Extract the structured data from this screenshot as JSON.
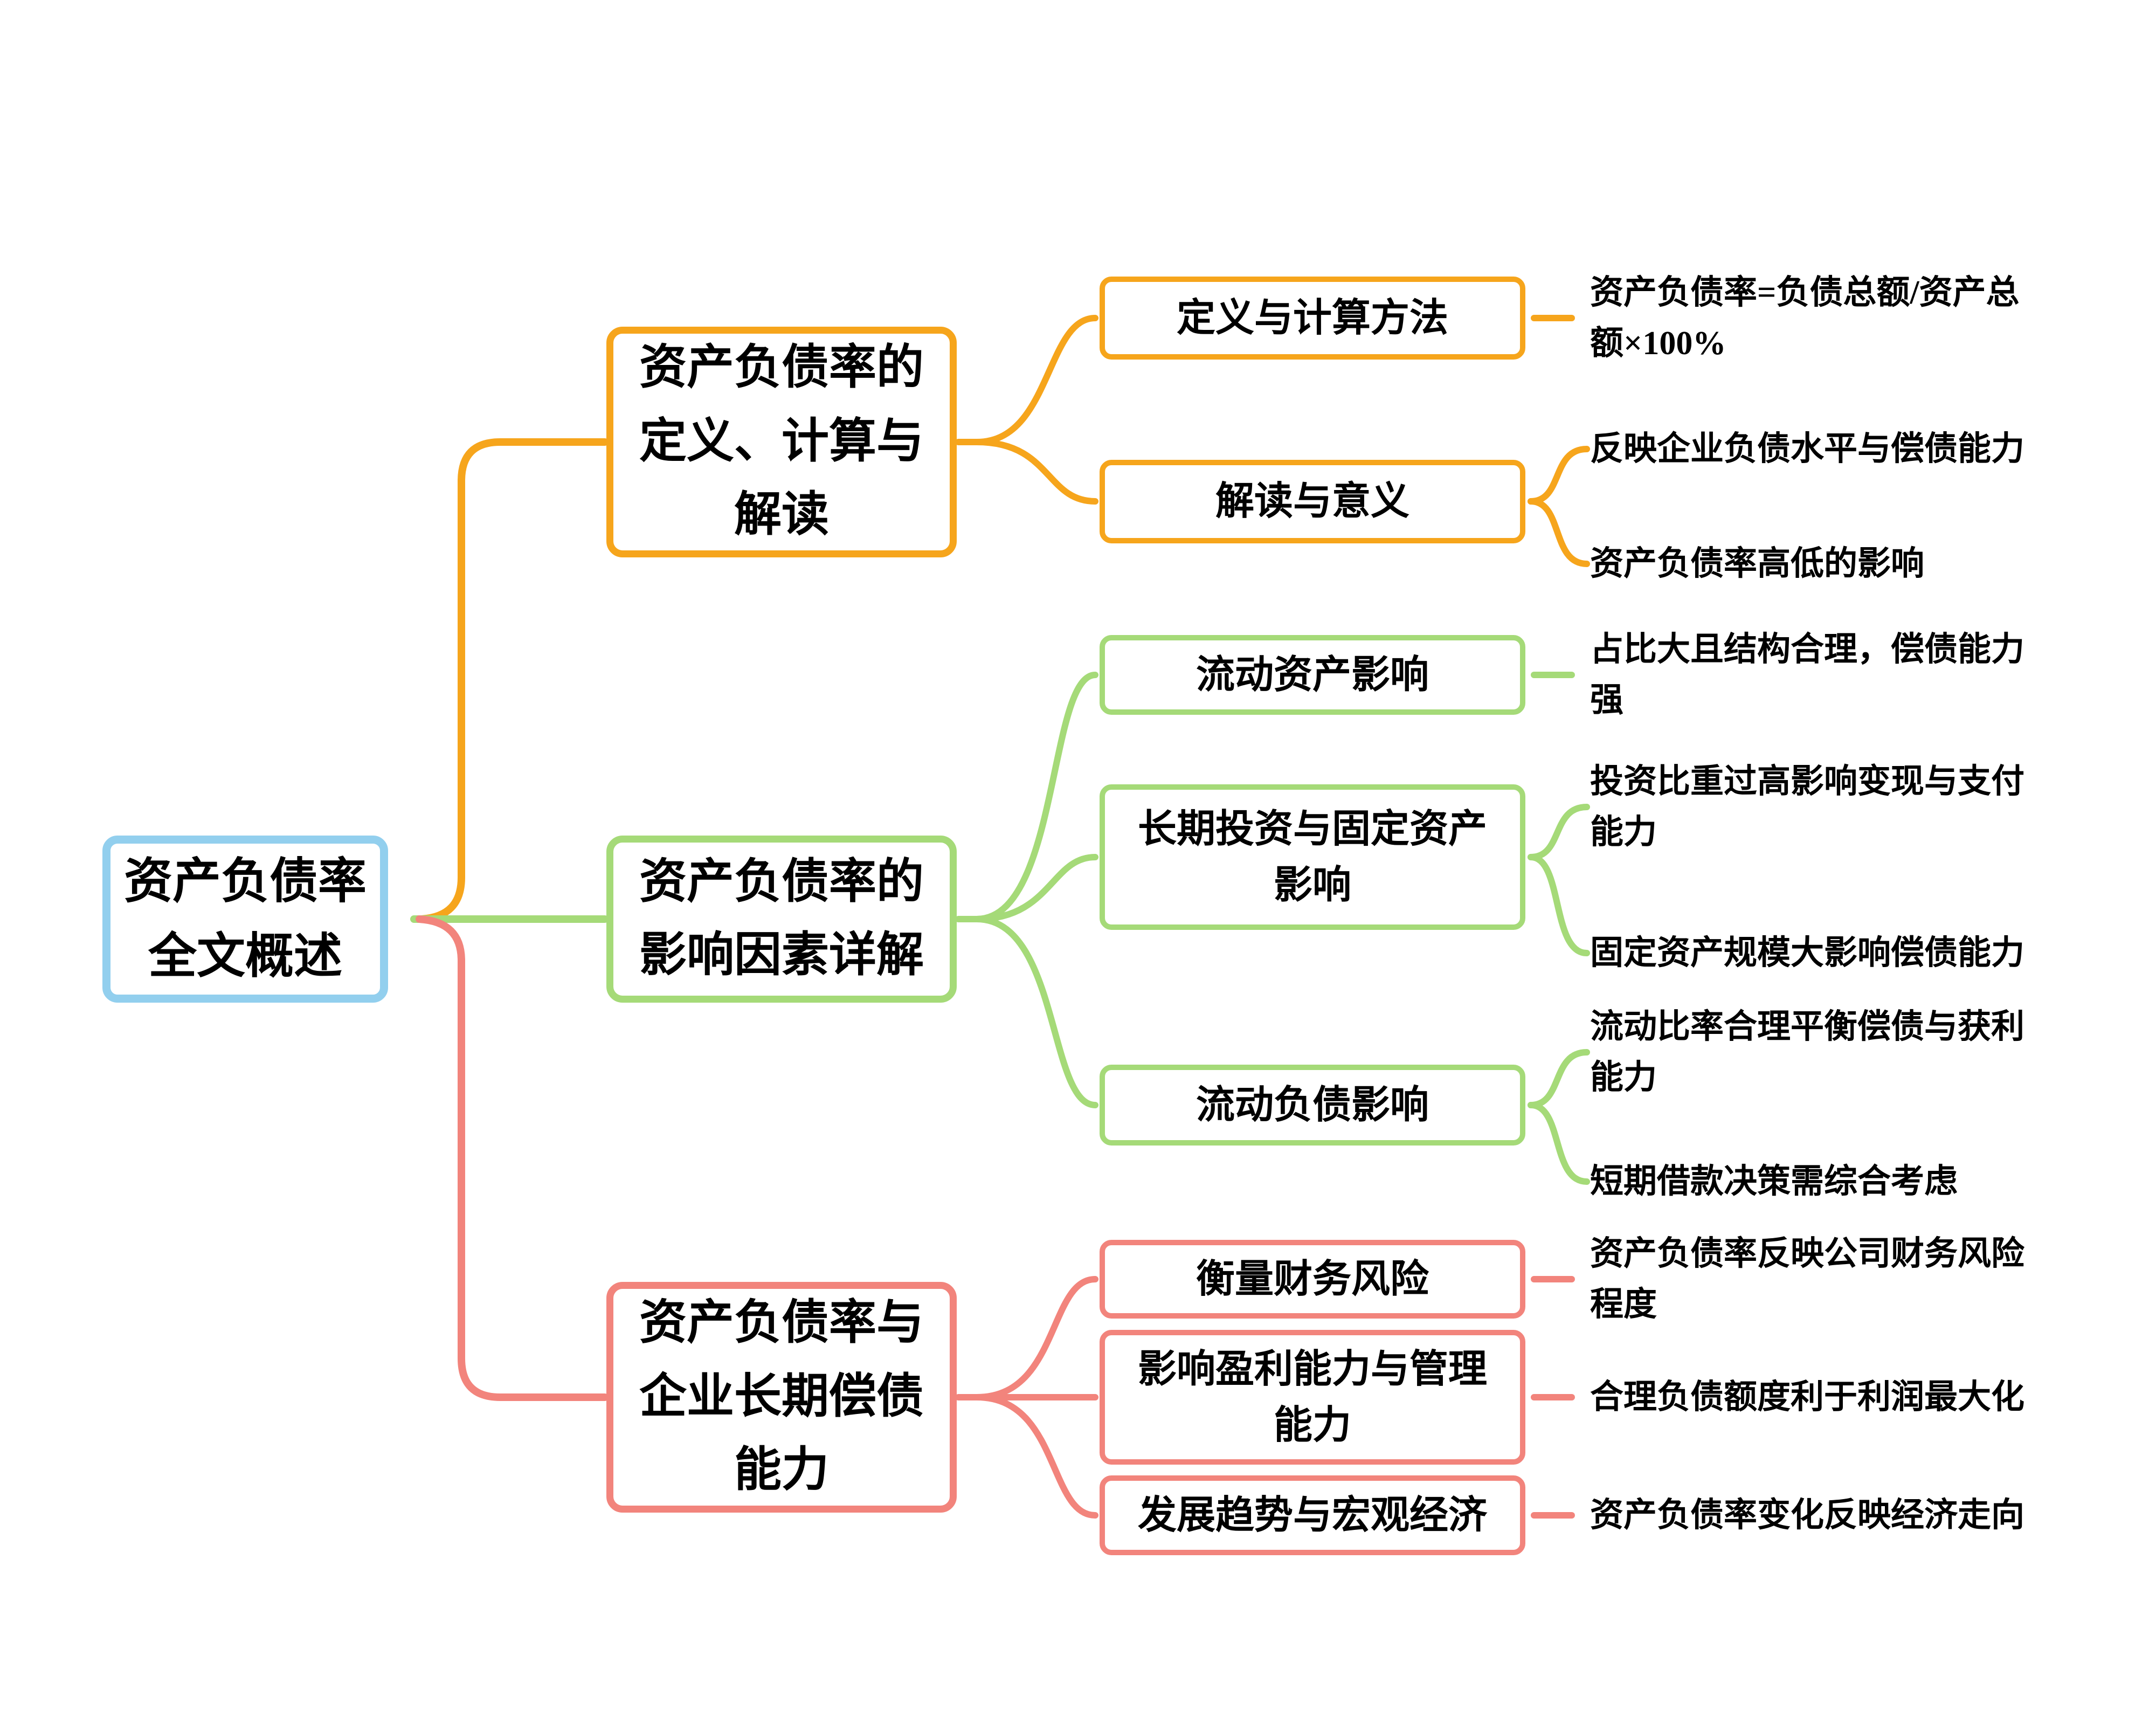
{
  "colors": {
    "root_border": "#92CFEE",
    "branch_definition": "#F6A51C",
    "branch_factors": "#A5DA78",
    "branch_solvency": "#F2847C",
    "background": "#FFFFFF",
    "text": "#000000"
  },
  "root": {
    "label": "资产负债率\n全文概述"
  },
  "branches": [
    {
      "id": "definition",
      "color": "#F6A51C",
      "label": "资产负债率的\n定义、计算与\n解读",
      "children": [
        {
          "label": "定义与计算方法",
          "details": [
            "资产负债率=负债总额/资产总\n额×100%"
          ]
        },
        {
          "label": "解读与意义",
          "details": [
            "反映企业负债水平与偿债能力",
            "资产负债率高低的影响"
          ]
        }
      ]
    },
    {
      "id": "factors",
      "color": "#A5DA78",
      "label": "资产负债率的\n影响因素详解",
      "children": [
        {
          "label": "流动资产影响",
          "details": [
            "占比大且结构合理，偿债能力\n强"
          ]
        },
        {
          "label": "长期投资与固定资产\n影响",
          "details": [
            "投资比重过高影响变现与支付\n能力",
            "固定资产规模大影响偿债能力"
          ]
        },
        {
          "label": "流动负债影响",
          "details": [
            "流动比率合理平衡偿债与获利\n能力",
            "短期借款决策需综合考虑"
          ]
        }
      ]
    },
    {
      "id": "solvency",
      "color": "#F2847C",
      "label": "资产负债率与\n企业长期偿债\n能力",
      "children": [
        {
          "label": "衡量财务风险",
          "details": [
            "资产负债率反映公司财务风险\n程度"
          ]
        },
        {
          "label": "影响盈利能力与管理\n能力",
          "details": [
            "合理负债额度利于利润最大化"
          ]
        },
        {
          "label": "发展趋势与宏观经济",
          "details": [
            "资产负债率变化反映经济走向"
          ]
        }
      ]
    }
  ]
}
